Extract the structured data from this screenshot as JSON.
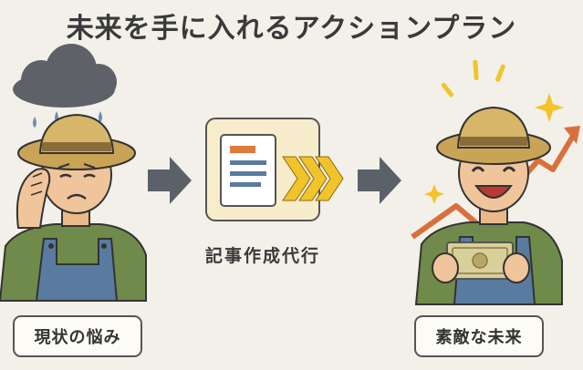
{
  "title": "未来を手に入れるアクションプラン",
  "center_caption": "記事作成代行",
  "left_label": "現状の悩み",
  "right_label": "素敵な未来",
  "icons": [
    "storm-cloud-icon",
    "worried-farmer-icon",
    "arrow-right-icon",
    "document-icon",
    "fast-forward-icon",
    "happy-farmer-icon",
    "growth-arrow-icon",
    "sparkle-icon",
    "money-icon"
  ],
  "colors": {
    "background": "#f2f0e9",
    "hat": "#c9a457",
    "shirt": "#6f8a4a",
    "overalls": "#5a7ba0",
    "arrow": "#5a6168",
    "chevron": "#f2c42b",
    "growth": "#d9703c",
    "sparkle": "#f2c42b"
  }
}
